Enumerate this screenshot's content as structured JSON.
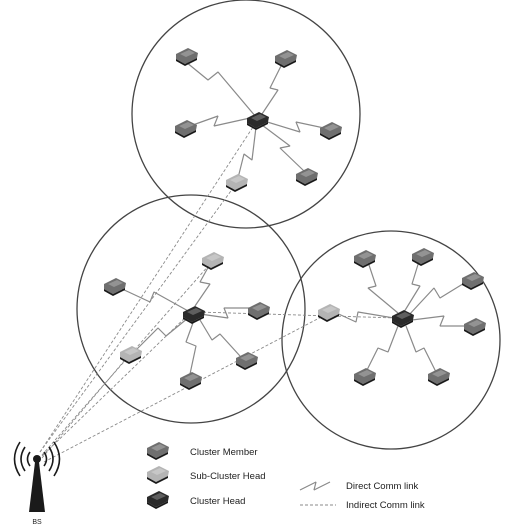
{
  "legend": {
    "cluster_member": "Cluster Member",
    "sub_cluster_head": "Sub-Cluster Head",
    "cluster_head": "Cluster Head",
    "direct_link": "Direct Comm link",
    "indirect_link": "Indirect Comm link"
  },
  "base_station": {
    "label": "BS"
  },
  "colors": {
    "member": "#6f6f6f",
    "sub_cluster_head": "#b4b4b4",
    "cluster_head": "#2a2a2a",
    "direct_link": "#8a8a8a",
    "indirect_link": "#8a8a8a",
    "circle": "#444444"
  },
  "node_types": [
    "cluster-member",
    "sub-cluster-head",
    "cluster-head"
  ],
  "icons": [
    "sensor-node-icon",
    "lightning-link-icon",
    "antenna-tower-icon"
  ]
}
